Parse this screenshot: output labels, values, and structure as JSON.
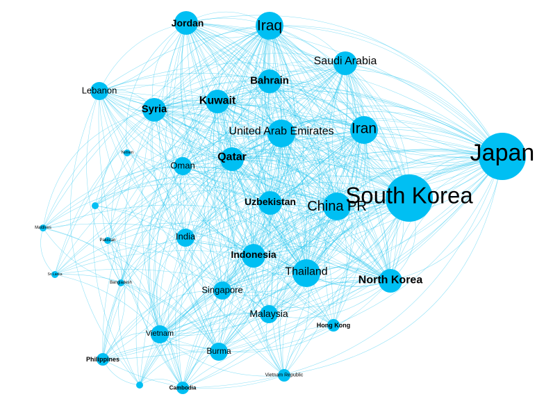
{
  "network": {
    "node_color": "#00bff3",
    "edge_color": "#22c4ee",
    "nodes": [
      {
        "id": "japan",
        "label": "Japan",
        "size": "xl"
      },
      {
        "id": "south-korea",
        "label": "South Korea",
        "size": "xl"
      },
      {
        "id": "iraq",
        "label": "Iraq",
        "size": "l"
      },
      {
        "id": "iran",
        "label": "Iran",
        "size": "l"
      },
      {
        "id": "china-pr",
        "label": "China PR",
        "size": "l"
      },
      {
        "id": "uae",
        "label": "United Arab Emirates",
        "size": "l"
      },
      {
        "id": "thailand",
        "label": "Thailand",
        "size": "l"
      },
      {
        "id": "jordan",
        "label": "Jordan",
        "size": "m"
      },
      {
        "id": "saudi-arabia",
        "label": "Saudi Arabia",
        "size": "m"
      },
      {
        "id": "bahrain",
        "label": "Bahrain",
        "size": "m"
      },
      {
        "id": "kuwait",
        "label": "Kuwait",
        "size": "m"
      },
      {
        "id": "syria",
        "label": "Syria",
        "size": "m"
      },
      {
        "id": "qatar",
        "label": "Qatar",
        "size": "m"
      },
      {
        "id": "uzbekistan",
        "label": "Uzbekistan",
        "size": "m"
      },
      {
        "id": "north-korea",
        "label": "North Korea",
        "size": "m"
      },
      {
        "id": "indonesia",
        "label": "Indonesia",
        "size": "m"
      },
      {
        "id": "lebanon",
        "label": "Lebanon",
        "size": "s"
      },
      {
        "id": "oman",
        "label": "Oman",
        "size": "s"
      },
      {
        "id": "india",
        "label": "India",
        "size": "s"
      },
      {
        "id": "singapore",
        "label": "Singapore",
        "size": "s"
      },
      {
        "id": "malaysia",
        "label": "Malaysia",
        "size": "s"
      },
      {
        "id": "vietnam",
        "label": "Vietnam",
        "size": "s"
      },
      {
        "id": "burma",
        "label": "Burma",
        "size": "s"
      },
      {
        "id": "hong-kong",
        "label": "Hong Kong",
        "size": "xs"
      },
      {
        "id": "philippines",
        "label": "Philippines",
        "size": "xs"
      },
      {
        "id": "cambodia",
        "label": "Cambodia",
        "size": "xs"
      },
      {
        "id": "vietnam-republic",
        "label": "Vietnam Republic",
        "size": "xs"
      },
      {
        "id": "yemen",
        "label": "Yemen",
        "size": "xxs"
      },
      {
        "id": "maldives",
        "label": "Maldives",
        "size": "xxs"
      },
      {
        "id": "pakistan",
        "label": "Pakistan",
        "size": "xxs"
      },
      {
        "id": "bangladesh",
        "label": "Bangladesh",
        "size": "xxs"
      },
      {
        "id": "sri-lanka",
        "label": "Sri Lanka",
        "size": "xxs"
      },
      {
        "id": "unlabeled-1",
        "label": "",
        "size": "xxs"
      },
      {
        "id": "unlabeled-2",
        "label": "",
        "size": "xxs"
      }
    ]
  }
}
